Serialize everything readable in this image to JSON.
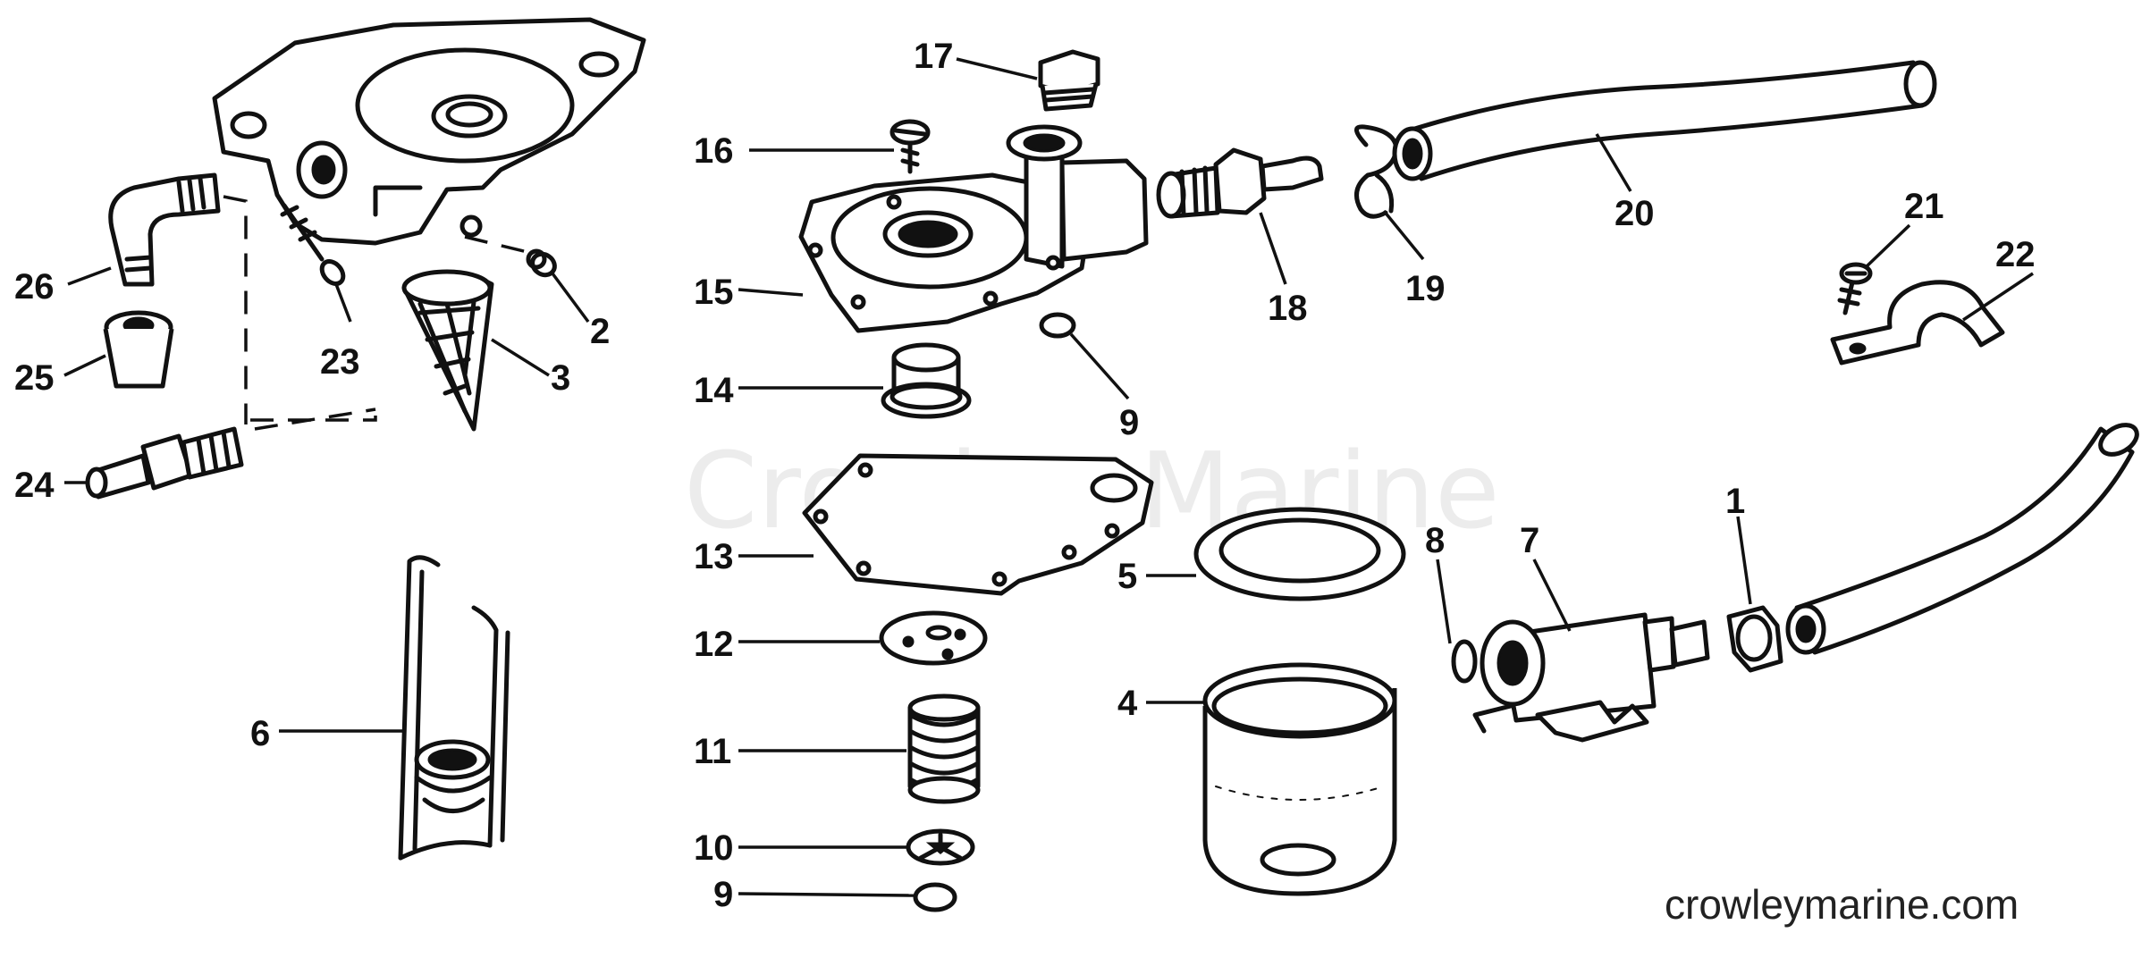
{
  "watermark": "Crowley Marine",
  "site_url": "crowleymarine.com",
  "callouts": {
    "c1": "1",
    "c2": "2",
    "c3": "3",
    "c4": "4",
    "c5": "5",
    "c6": "6",
    "c7": "7",
    "c8": "8",
    "c9a": "9",
    "c9b": "9",
    "c10": "10",
    "c11": "11",
    "c12": "12",
    "c13": "13",
    "c14": "14",
    "c15": "15",
    "c16": "16",
    "c17": "17",
    "c18": "18",
    "c19": "19",
    "c20": "20",
    "c21": "21",
    "c22": "22",
    "c23": "23",
    "c24": "24",
    "c25": "25",
    "c26": "26"
  }
}
